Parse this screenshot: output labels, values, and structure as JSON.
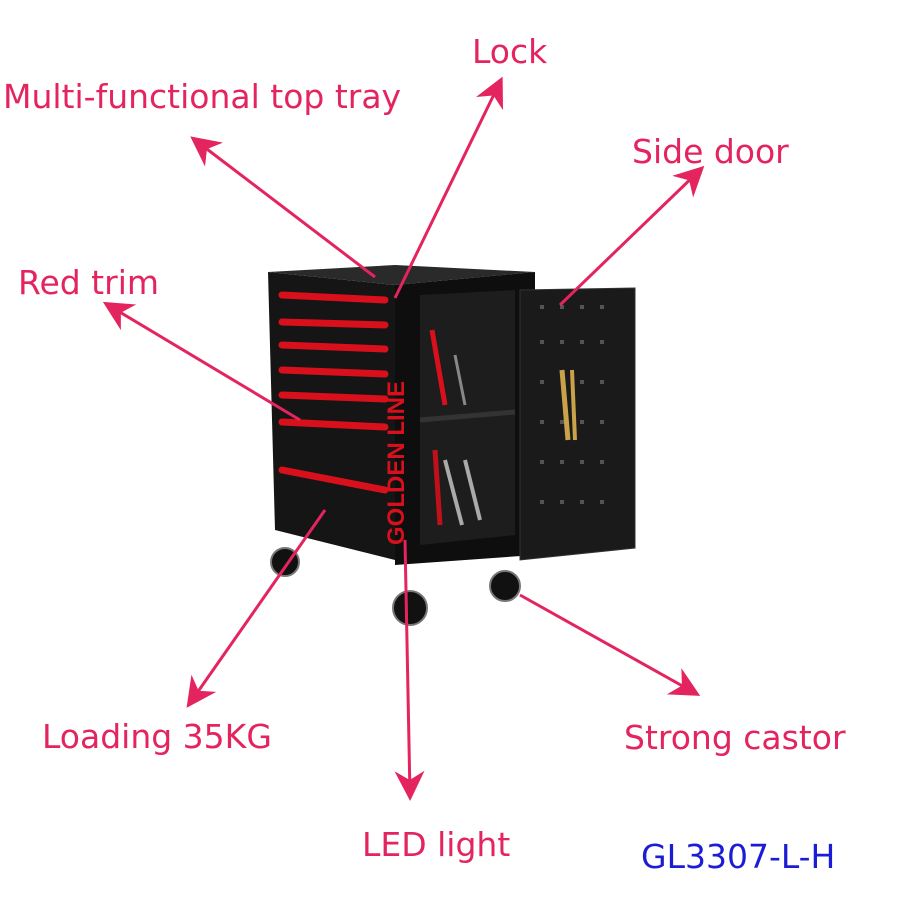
{
  "labels": {
    "top_tray": "Multi-functional top tray",
    "lock": "Lock",
    "side_door": "Side door",
    "red_trim": "Red trim",
    "loading": "Loading 35KG",
    "led_light": "LED light",
    "castor": "Strong castor"
  },
  "model_code": "GL3307-L-H",
  "brand_logo": "GOLDEN LINE",
  "colors": {
    "label": "#e4245e",
    "model": "#1c1cd6",
    "cabinet": "#141414",
    "trim": "#d8101c"
  }
}
